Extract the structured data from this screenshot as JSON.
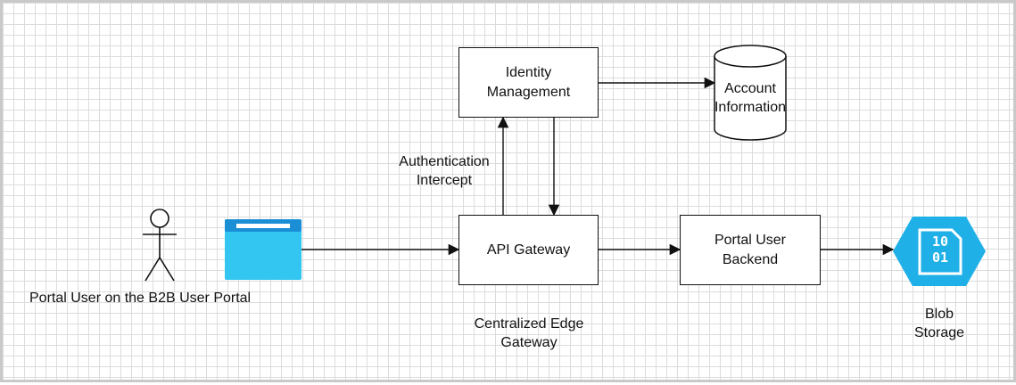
{
  "nodes": {
    "identity_management": "Identity\nManagement",
    "account_information": "Account\nInformation",
    "api_gateway": "API Gateway",
    "portal_user_backend": "Portal User\nBackend"
  },
  "labels": {
    "actor": "Portal User on the B2B User Portal",
    "auth_intercept": "Authentication\nIntercept",
    "edge_gateway": "Centralized Edge\nGateway",
    "blob_storage": "Blob\nStorage",
    "blob_icon_line1": "10",
    "blob_icon_line2": "01"
  },
  "colors": {
    "stroke": "#111111",
    "browser_bar": "#1a8fd6",
    "browser_body": "#33c6f0",
    "blob_fill": "#1fb0e8",
    "grid": "#dcdcdc"
  },
  "icons": [
    "person-icon",
    "browser-window-icon",
    "database-cylinder-icon",
    "blob-storage-icon"
  ]
}
